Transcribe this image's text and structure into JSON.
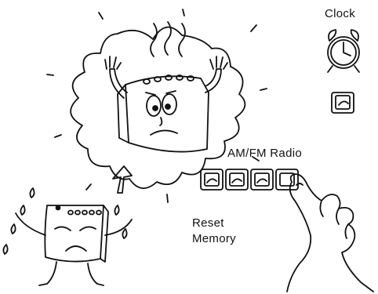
{
  "labels": {
    "clock": "Clock",
    "am_fm_radio": "AM/FM Radio",
    "reset": "Reset",
    "memory": "Memory"
  },
  "icons": [
    "startled-radio-character",
    "burst-icon",
    "crying-radio-character",
    "up-arrow-icon",
    "alarm-clock-icon",
    "clock-button",
    "radio-button",
    "pressing-hand"
  ],
  "colors": {
    "ink": "#111111",
    "paper": "#ffffff"
  }
}
